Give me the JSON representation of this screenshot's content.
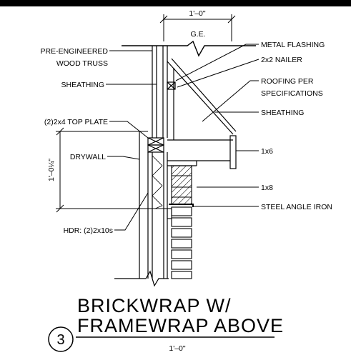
{
  "detail": {
    "number": "3",
    "title_line1": "BRICKWRAP W/",
    "title_line2": "FRAMEWRAP ABOVE",
    "scale": "1'–0\""
  },
  "dimensions": {
    "top_width": "1'–0\"",
    "ge_label": "G.E.",
    "vertical": "1'–0¼\""
  },
  "labels": {
    "truss_line1": "PRE-ENGINEERED",
    "truss_line2": "WOOD TRUSS",
    "sheathing_left": "SHEATHING",
    "top_plate": "(2)2x4 TOP PLATE",
    "drywall": "DRYWALL",
    "header": "HDR: (2)2x10s",
    "metal_flashing": "METAL FLASHING",
    "nailer": "2x2 NAILER",
    "roofing_line1": "ROOFING PER",
    "roofing_line2": "SPECIFICATIONS",
    "sheathing_right": "SHEATHING",
    "trim_1x6": "1x6",
    "trim_1x8": "1x8",
    "angle_iron": "STEEL ANGLE IRON"
  }
}
